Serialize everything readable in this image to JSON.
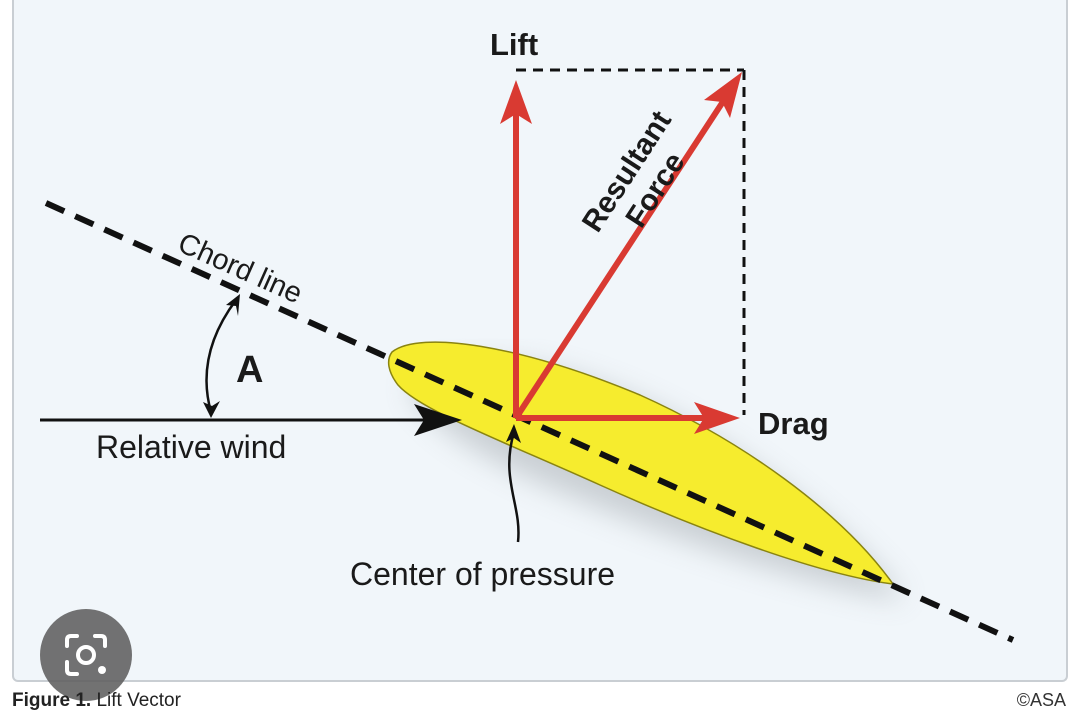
{
  "labels": {
    "lift": "Lift",
    "drag": "Drag",
    "resultant_line1": "Resultant",
    "resultant_line2": "Force",
    "chord_line": "Chord line",
    "angle": "A",
    "relative_wind": "Relative wind",
    "center_of_pressure": "Center of pressure"
  },
  "caption": {
    "figure_label": "Figure 1.",
    "figure_title": " Lift Vector"
  },
  "copyright": "©ASA",
  "colors": {
    "vector": "#d93a32",
    "airfoil_fill": "#f6ec2e",
    "airfoil_stroke": "#8a8410",
    "background": "#f1f6fa",
    "line": "#111111"
  },
  "icons": {
    "lens": "image-search-camera-icon"
  }
}
